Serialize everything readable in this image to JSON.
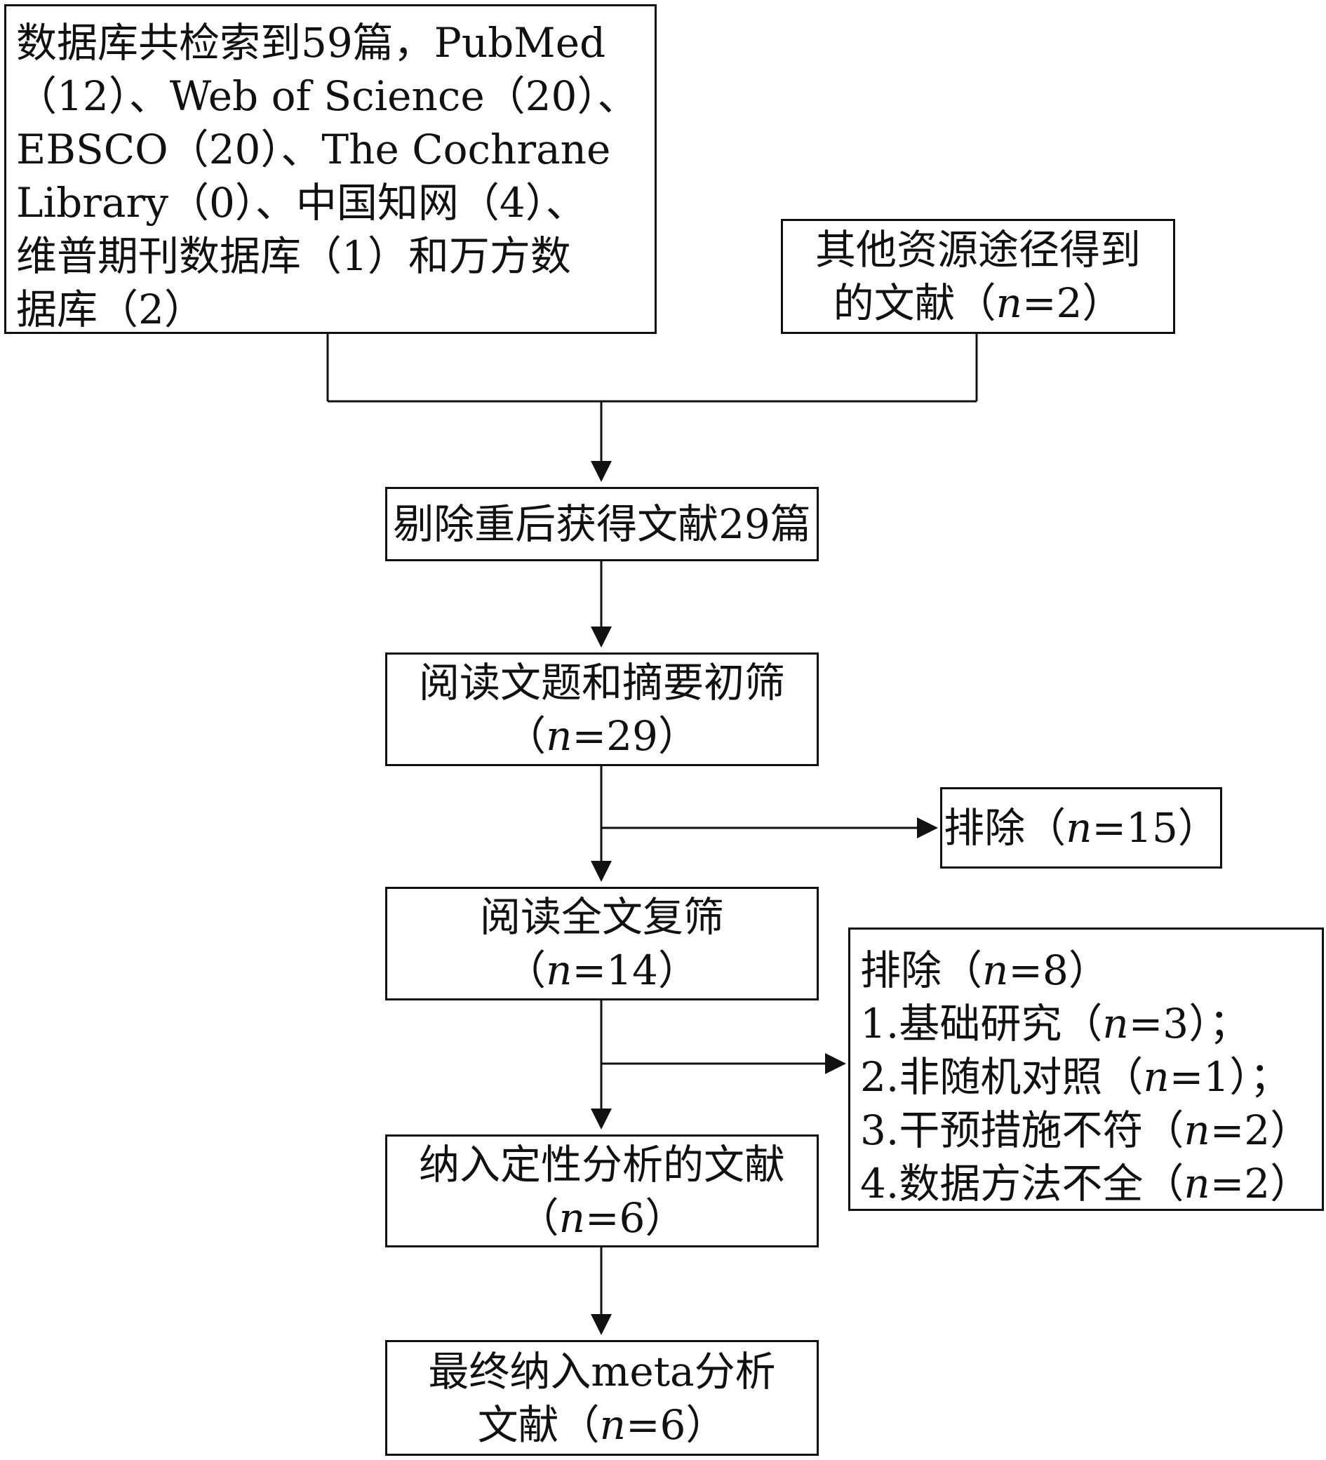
{
  "boxes": {
    "databases": {
      "lines": [
        "数据库共检索到59篇，PubMed",
        "（12）、Web of Science（20）、",
        "EBSCO（20）、The Cochrane",
        "Library（0）、中国知网（4）、",
        "维普期刊数据库（1）和万方数",
        "据库（2）"
      ]
    },
    "other_sources": {
      "line1": "其他资源途径得到",
      "line2_prefix": "的文献（",
      "n_label": "n",
      "line2_suffix": "=2）"
    },
    "dedup": {
      "text": "剔除重后获得文献29篇"
    },
    "title_abstract": {
      "line1": "阅读文题和摘要初筛",
      "prefix": "（",
      "n_label": "n",
      "suffix": "=29）"
    },
    "exclude_first": {
      "prefix": "排除（",
      "n_label": "n",
      "suffix": "=15）"
    },
    "fulltext": {
      "line1": "阅读全文复筛",
      "prefix": "（",
      "n_label": "n",
      "suffix": "=14）"
    },
    "exclude_second": {
      "header_prefix": "排除（",
      "header_n": "n",
      "header_suffix": "=8）",
      "items": [
        {
          "prefix": "1.基础研究（",
          "n": "n",
          "suffix": "=3）；"
        },
        {
          "prefix": "2.非随机对照（",
          "n": "n",
          "suffix": "=1）；"
        },
        {
          "prefix": "3.干预措施不符（",
          "n": "n",
          "suffix": "=2）"
        },
        {
          "prefix": "4.数据方法不全（",
          "n": "n",
          "suffix": "=2）"
        }
      ]
    },
    "qualitative": {
      "line1": "纳入定性分析的文献",
      "prefix": "（",
      "n_label": "n",
      "suffix": "=6）"
    },
    "meta": {
      "line1": "最终纳入meta分析",
      "prefix": "文献（",
      "n_label": "n",
      "suffix": "=6）"
    }
  }
}
